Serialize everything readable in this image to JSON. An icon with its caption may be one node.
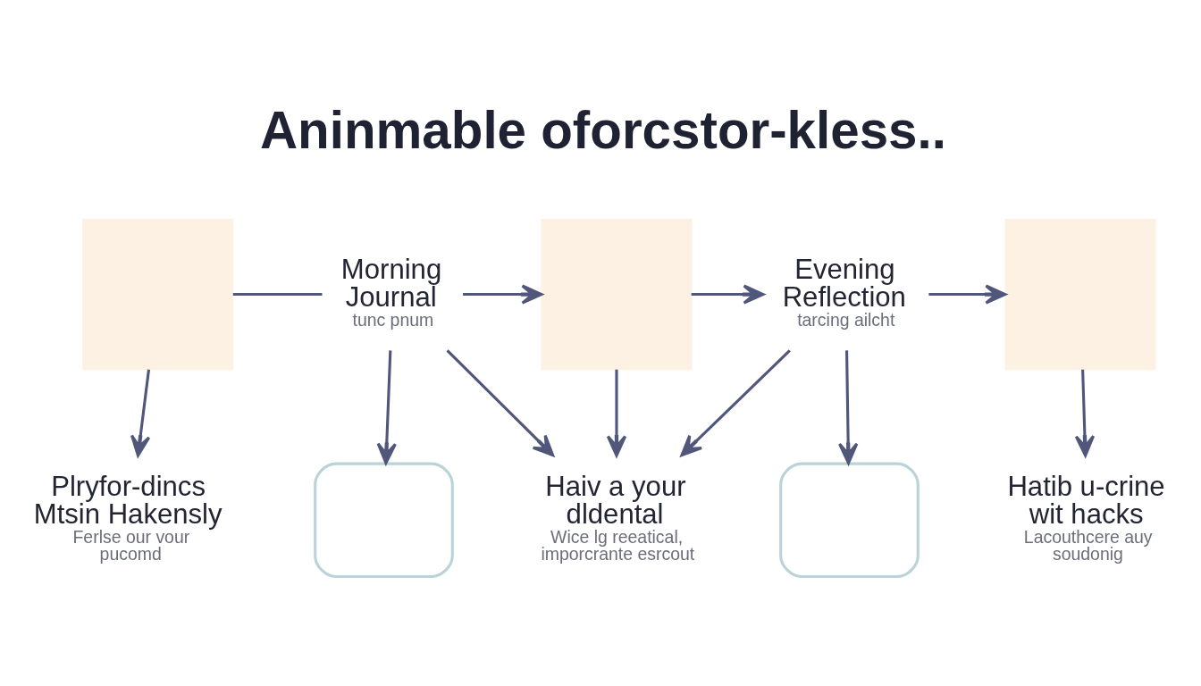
{
  "diagram": {
    "title": "Aninmable oforcstor-kless..",
    "nodes": [
      {
        "text": [],
        "shape": "box"
      },
      {
        "text": [
          "Morning Journal",
          "tunc pnum"
        ]
      },
      {
        "text": [],
        "shape": "box"
      },
      {
        "text": [
          "Evening Reflection",
          "tarcing ailcht"
        ]
      },
      {
        "text": [],
        "shape": "box"
      },
      {
        "text": [
          "Plryfor-dincs Mtsin Hakensly",
          "Ferlse our vour pucomd"
        ]
      },
      {
        "text": [],
        "shape": "box"
      },
      {
        "text": [
          "Haiv a your dldental",
          "Wice lg reeatical, imporcrante esrcout"
        ]
      },
      {
        "text": [],
        "shape": "box"
      },
      {
        "text": [
          "Hatib u-crine wit hacks",
          "Lacouthcere auy soudonig"
        ]
      }
    ],
    "edges": [
      {
        "from": 0,
        "to": 1,
        "arrow": "none"
      },
      {
        "from": 1,
        "to": 2,
        "arrow": "to"
      },
      {
        "from": 2,
        "to": 3,
        "arrow": "to"
      },
      {
        "from": 3,
        "to": 4,
        "arrow": "to"
      },
      {
        "from": 0,
        "to": 5,
        "arrow": "to"
      },
      {
        "from": 1,
        "to": 6,
        "arrow": "to"
      },
      {
        "from": 1,
        "to": 7,
        "arrow": "to"
      },
      {
        "from": 2,
        "to": 7,
        "arrow": "to"
      },
      {
        "from": 3,
        "to": 7,
        "arrow": "to"
      },
      {
        "from": 3,
        "to": 8,
        "arrow": "to"
      },
      {
        "from": 4,
        "to": 9,
        "arrow": "to"
      }
    ]
  }
}
